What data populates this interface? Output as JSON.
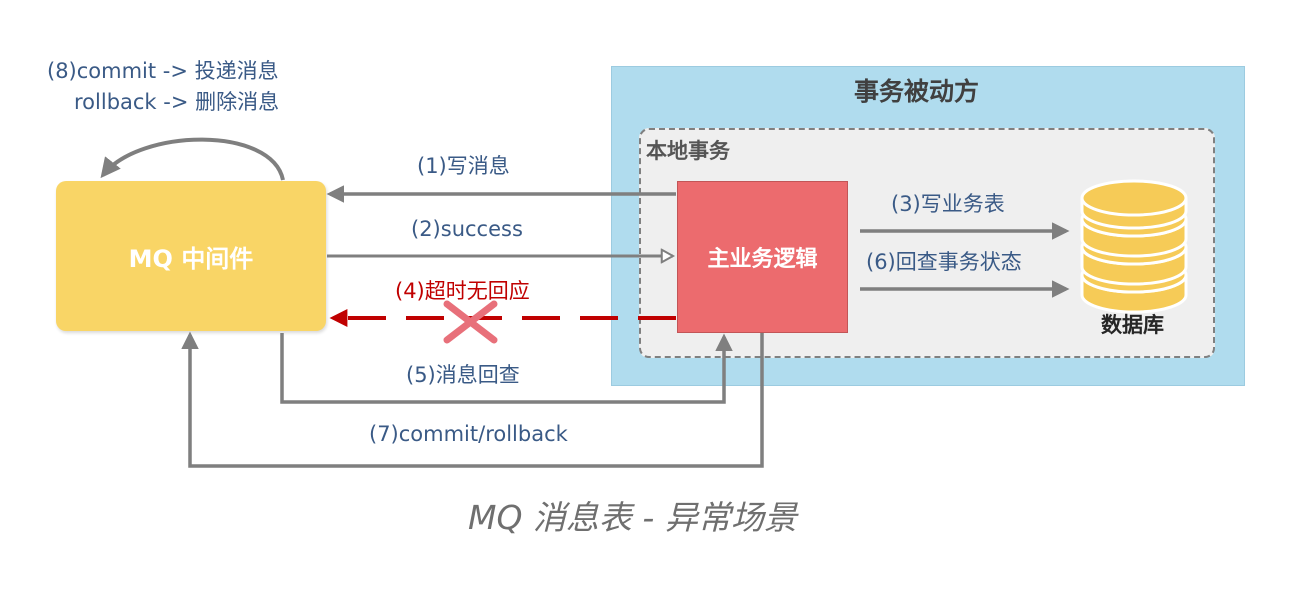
{
  "passive": {
    "title": "事务被动方",
    "local_tx": "本地事务"
  },
  "mq": {
    "label": "MQ 中间件"
  },
  "logic": {
    "label": "主业务逻辑"
  },
  "db": {
    "label": "数据库"
  },
  "notes": {
    "line1": "(8)commit -> 投递消息",
    "line2": "rollback -> 删除消息"
  },
  "steps": {
    "s1": "(1)写消息",
    "s2": "(2)success",
    "s3": "(3)写业务表",
    "s4": "(4)超时无回应",
    "s5": "(5)消息回查",
    "s6": "(6)回查事务状态",
    "s7": "(7)commit/rollback"
  },
  "caption": "MQ 消息表 - 异常场景",
  "colors": {
    "passive_bg": "#b0dcee",
    "local_bg": "#eeeeee",
    "mq_box": "#f9d566",
    "logic_box": "#ec6b6e",
    "db": "#f6cb57",
    "arrow": "#7f7f7f",
    "timeout": "#c00000",
    "label": "#3a5a86"
  }
}
